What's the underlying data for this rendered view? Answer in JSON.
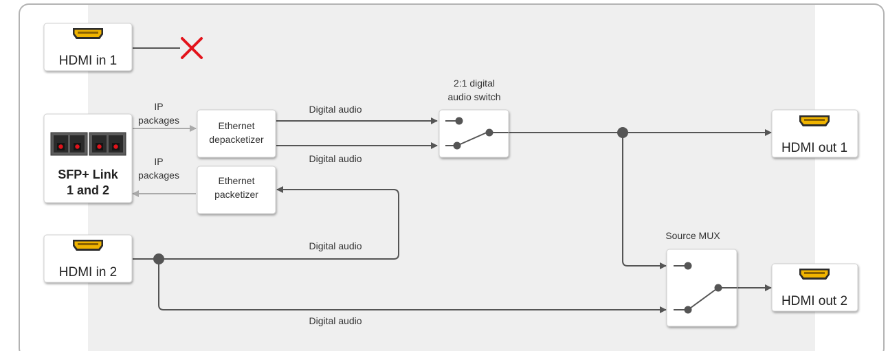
{
  "ports": {
    "hdmi_in_1": "HDMI in 1",
    "hdmi_in_2": "HDMI in 2",
    "hdmi_out_1": "HDMI out 1",
    "hdmi_out_2": "HDMI out 2",
    "sfp_line1": "SFP+ Link",
    "sfp_line2": "1 and 2"
  },
  "blocks": {
    "depacketizer": [
      "Ethernet",
      "depacketizer"
    ],
    "packetizer": [
      "Ethernet",
      "packetizer"
    ],
    "audio_switch_title": [
      "2:1 digital",
      "audio switch"
    ],
    "source_mux_title": "Source MUX"
  },
  "signals": {
    "ip_packages": [
      "IP",
      "packages"
    ],
    "digital_audio": "Digital audio"
  },
  "colors": {
    "signal_line": "#555555",
    "ip_line": "#aaaaaa",
    "disconnect_mark": "#e3131b",
    "background_panel": "#efefef",
    "frame": "#b3b3b3"
  }
}
